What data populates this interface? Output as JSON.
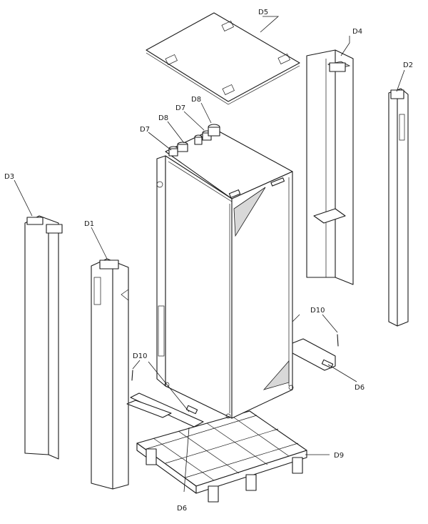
{
  "labels": {
    "d1": "D1",
    "d2": "D2",
    "d3": "D3",
    "d4": "D4",
    "d5": "D5",
    "d6_right": "D6",
    "d6_bottom": "D6",
    "d7_left": "D7",
    "d7_right": "D7",
    "d8_left": "D8",
    "d8_right": "D8",
    "d9": "D9",
    "d10_left": "D10",
    "d10_right": "D10"
  },
  "colors": {
    "line": "#1a1a1a",
    "background": "#ffffff",
    "shade": "#d8d8d8"
  }
}
